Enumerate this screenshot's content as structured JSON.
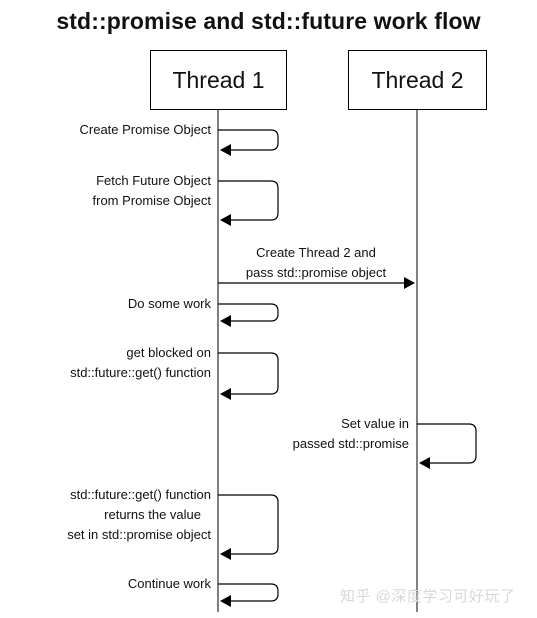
{
  "title": "std::promise and std::future work flow",
  "lifelines": [
    {
      "name": "Thread 1"
    },
    {
      "name": "Thread 2"
    }
  ],
  "steps": [
    {
      "lines": [
        "Create Promise Object"
      ]
    },
    {
      "lines": [
        "Fetch Future Object",
        "from Promise Object"
      ]
    },
    {
      "lines": [
        "Create Thread 2 and",
        "pass std::promise object"
      ]
    },
    {
      "lines": [
        "Do some work"
      ]
    },
    {
      "lines": [
        "get blocked on",
        "std::future::get() function"
      ]
    },
    {
      "lines": [
        "Set value in",
        "passed std::promise"
      ]
    },
    {
      "lines": [
        "std::future::get() function",
        "returns the value",
        "set in std::promise object"
      ]
    },
    {
      "lines": [
        "Continue work"
      ]
    }
  ],
  "watermark": "知乎 @深度学习可好玩了"
}
